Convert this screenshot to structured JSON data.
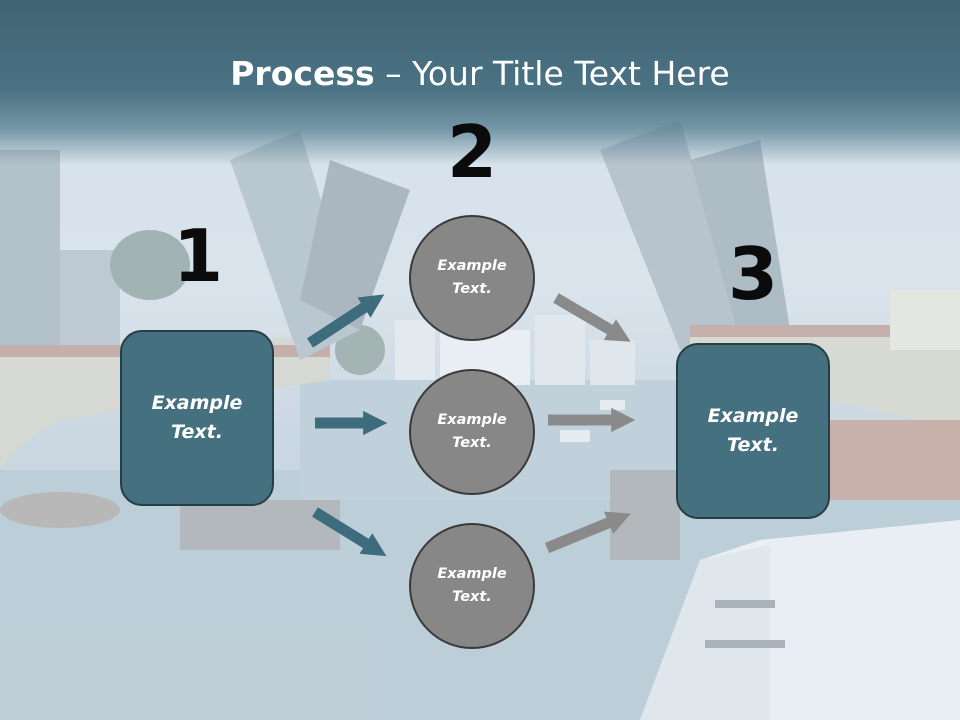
{
  "title": {
    "bold": "Process",
    "rest": " – Your Title Text Here"
  },
  "steps": [
    {
      "number": "1",
      "box_text": "Example\nText."
    },
    {
      "number": "2"
    },
    {
      "number": "3",
      "box_text": "Example\nText."
    }
  ],
  "circles": [
    {
      "text": "Example\nText."
    },
    {
      "text": "Example\nText."
    },
    {
      "text": "Example\nText."
    }
  ],
  "colors": {
    "box_fill": "#44707f",
    "box_border": "#263e48",
    "circle_fill": "#878787",
    "teal_arrow": "#3d6c7c",
    "gray_arrow": "#8a8a8a",
    "title_bar": "#44697a"
  }
}
